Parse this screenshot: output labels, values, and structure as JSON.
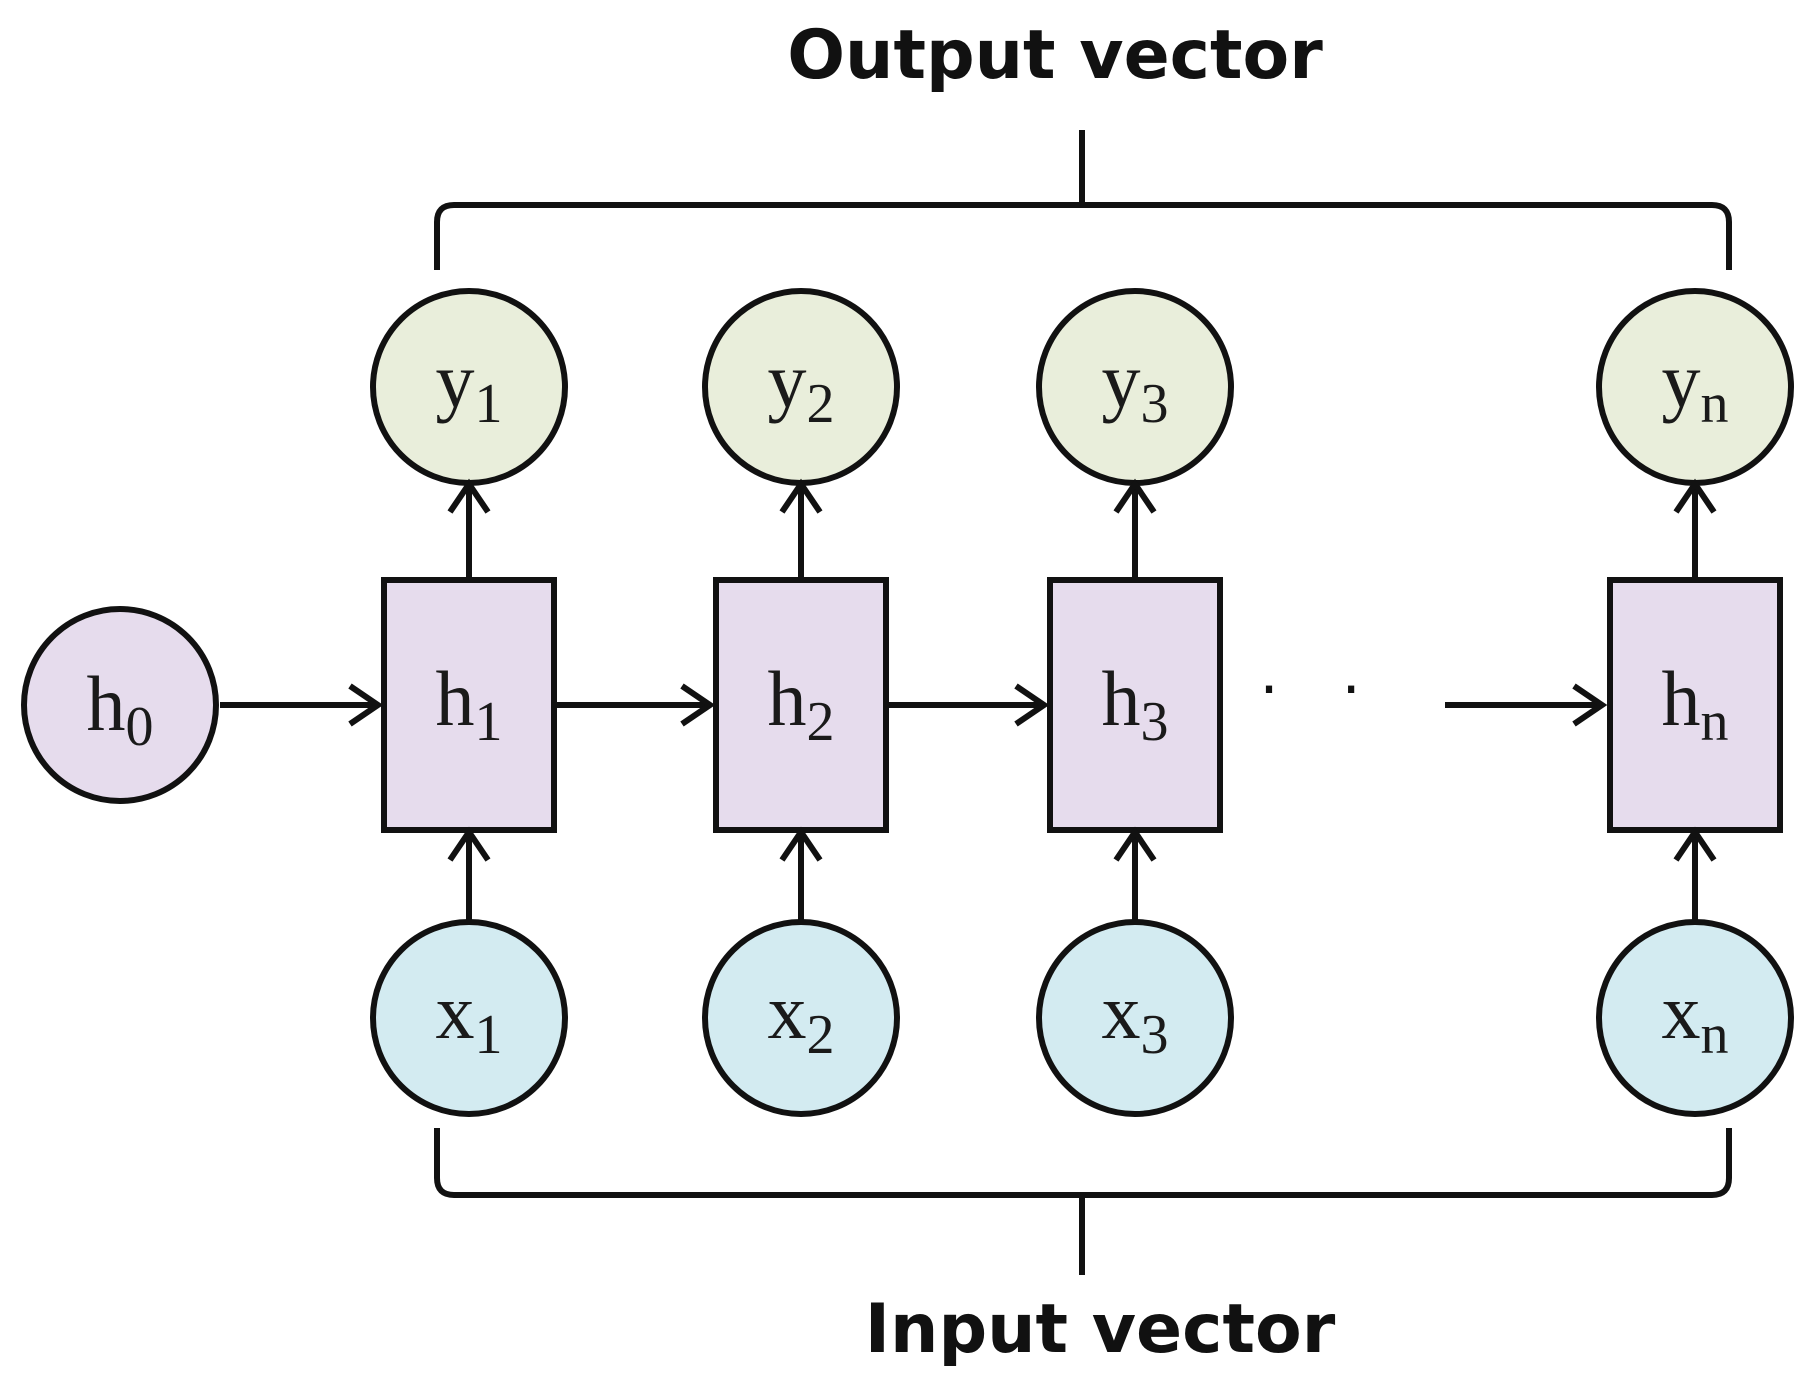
{
  "labels": {
    "output_vector": "Output vector",
    "input_vector": "Input vector",
    "ellipsis": "· · ·"
  },
  "colors": {
    "hidden_fill": "#e6dced",
    "output_fill": "#e9eedb",
    "input_fill": "#d3ebf1",
    "stroke": "#111111"
  },
  "initial_state": {
    "base": "h",
    "sub": "0"
  },
  "steps": [
    {
      "hidden": {
        "base": "h",
        "sub": "1"
      },
      "output": {
        "base": "y",
        "sub": "1"
      },
      "input": {
        "base": "x",
        "sub": "1"
      }
    },
    {
      "hidden": {
        "base": "h",
        "sub": "2"
      },
      "output": {
        "base": "y",
        "sub": "2"
      },
      "input": {
        "base": "x",
        "sub": "2"
      }
    },
    {
      "hidden": {
        "base": "h",
        "sub": "3"
      },
      "output": {
        "base": "y",
        "sub": "3"
      },
      "input": {
        "base": "x",
        "sub": "3"
      }
    },
    {
      "hidden": {
        "base": "h",
        "sub": "n"
      },
      "output": {
        "base": "y",
        "sub": "n"
      },
      "input": {
        "base": "x",
        "sub": "n"
      }
    }
  ]
}
